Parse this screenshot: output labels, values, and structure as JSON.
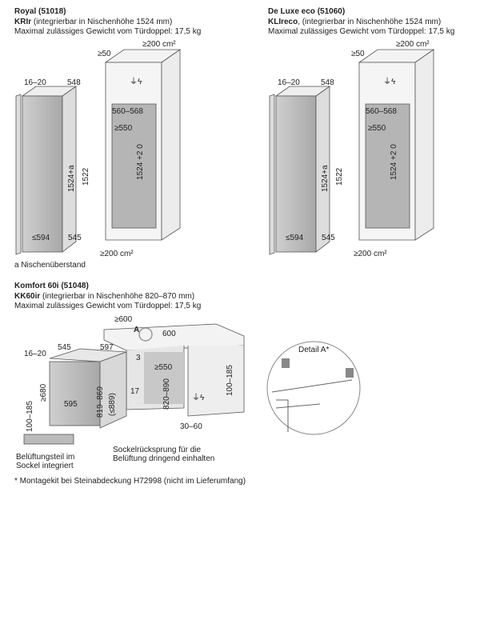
{
  "royal": {
    "title": "Royal (51018)",
    "model": "KRIr",
    "model_note": " (integrierbar in Nischenhöhe 1524 mm)",
    "weight": "Maximal zulässiges Gewicht vom Türdoppel: 17,5 kg",
    "dims": {
      "vent_top": "≥200 cm²",
      "gap": "≥50",
      "a": "16–20",
      "b": "548",
      "c": "560–568",
      "d": "≥550",
      "e": "1524+a",
      "f": "1522",
      "g": "1524 +2 0",
      "h": "≤594",
      "i": "545",
      "vent_bottom": "≥200 cm²"
    }
  },
  "deluxe": {
    "title": "De Luxe eco (51060)",
    "model": "KLIreco",
    "model_note": ", (integrierbar in Nischenhöhe 1524 mm)",
    "weight": "Maximal zulässiges Gewicht vom Türdoppel: 17,5 kg",
    "dims": {
      "vent_top": "≥200 cm²",
      "gap": "≥50",
      "a": "16–20",
      "b": "548",
      "c": "560–568",
      "d": "≥550",
      "e": "1524+a",
      "f": "1522",
      "g": "1524 +2 0",
      "h": "≤594",
      "i": "545",
      "vent_bottom": "≥200 cm²"
    }
  },
  "legend_a": "a Nischenüberstand",
  "komfort": {
    "title": "Komfort 60i (51048)",
    "model": "KK60ir",
    "model_note": " (integrierbar in Nischenhöhe 820–870 mm)",
    "weight": "Maximal zulässiges Gewicht vom Türdoppel: 17,5 kg",
    "dims": {
      "w600a": "≥600",
      "detail_mark": "A",
      "w600": "600",
      "d545": "545",
      "d597": "597",
      "a": "16–20",
      "three": "3",
      "d550": "≥550",
      "h680": "≥680",
      "w595": "595",
      "h819": "819–869",
      "h889": "(≤889)",
      "seventeen": "17",
      "h820": "820–890",
      "s100a": "100–185",
      "s100b": "100–185",
      "s30": "30–60"
    },
    "note_socket": [
      "Sockelrücksprung für die",
      "Belüftung dringend einhalten"
    ],
    "note_vent": [
      "Belüftungsteil im",
      "Sockel integriert"
    ],
    "detail_title": "Detail A*"
  },
  "footnote": "* Montagekit bei Steinabdeckung H72998 (nicht im Lieferumfang)"
}
